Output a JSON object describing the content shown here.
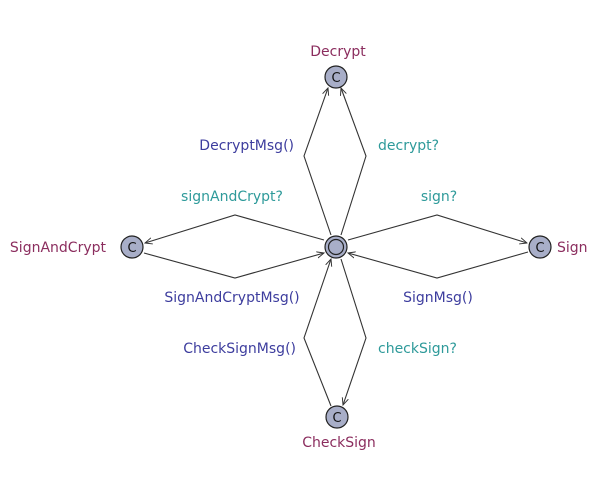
{
  "locations": {
    "decrypt": {
      "name": "Decrypt",
      "mark": "C"
    },
    "sign": {
      "name": "Sign",
      "mark": "C"
    },
    "sign_and_crypt": {
      "name": "SignAndCrypt",
      "mark": "C"
    },
    "check_sign": {
      "name": "CheckSign",
      "mark": "C"
    }
  },
  "edges": {
    "decrypt_msg": "DecryptMsg()",
    "decrypt_recv": "decrypt?",
    "sign_recv": "sign?",
    "sign_msg": "SignMsg()",
    "sign_and_crypt_recv": "signAndCrypt?",
    "sign_and_crypt_msg": "SignAndCryptMsg()",
    "check_sign_msg": "CheckSignMsg()",
    "check_sign_recv": "checkSign?"
  },
  "colors": {
    "location_name": "#8b2d5e",
    "send_label": "#3d3d9e",
    "receive_label": "#2e9a9a",
    "state_fill": "#a8aec8"
  }
}
